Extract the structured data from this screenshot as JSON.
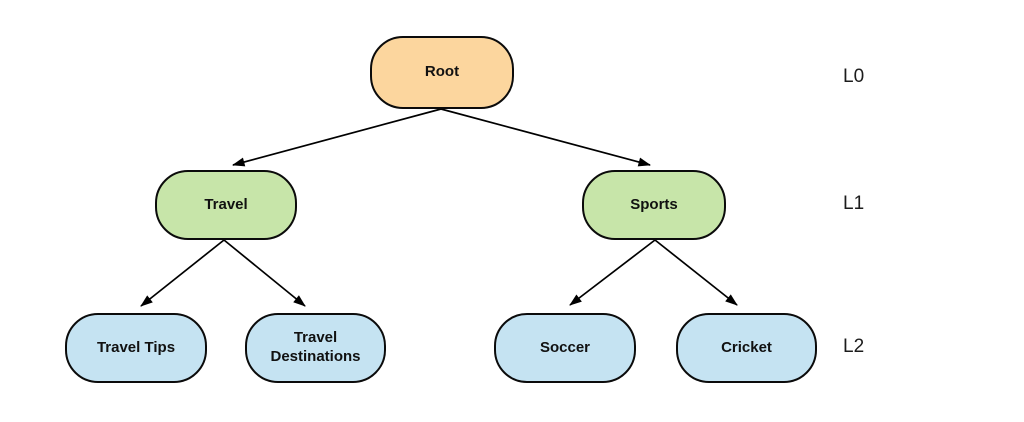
{
  "diagram": {
    "type": "tree",
    "background": "#ffffff",
    "nodes": {
      "root": {
        "label": "Root",
        "level": "L0",
        "fill": "#FCD69E"
      },
      "travel": {
        "label": "Travel",
        "level": "L1",
        "fill": "#C7E5A9"
      },
      "sports": {
        "label": "Sports",
        "level": "L1",
        "fill": "#C7E5A9"
      },
      "travel_tips": {
        "label": "Travel Tips",
        "level": "L2",
        "fill": "#C5E3F2"
      },
      "travel_destinations": {
        "label": "Travel Destinations",
        "level": "L2",
        "fill": "#C5E3F2"
      },
      "soccer": {
        "label": "Soccer",
        "level": "L2",
        "fill": "#C5E3F2"
      },
      "cricket": {
        "label": "Cricket",
        "level": "L2",
        "fill": "#C5E3F2"
      }
    },
    "edges": [
      {
        "from": "Root",
        "to": "Travel"
      },
      {
        "from": "Root",
        "to": "Sports"
      },
      {
        "from": "Travel",
        "to": "Travel Tips"
      },
      {
        "from": "Travel",
        "to": "Travel Destinations"
      },
      {
        "from": "Sports",
        "to": "Soccer"
      },
      {
        "from": "Sports",
        "to": "Cricket"
      }
    ],
    "level_labels": [
      "L0",
      "L1",
      "L2"
    ],
    "colors": {
      "node_border": "#0b0b0b",
      "arrow": "#000000",
      "node_text": "#111111",
      "label_text": "#1c1c1c",
      "fill_l0": "#FCD69E",
      "fill_l1": "#C7E5A9",
      "fill_l2": "#C5E3F2"
    }
  }
}
